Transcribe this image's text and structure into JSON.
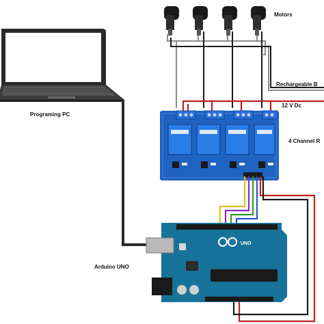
{
  "labels": {
    "motors": "Motors",
    "battery": "Rechargeable B",
    "supply": "12 V Dc",
    "relay_module": "4 Channel R",
    "pc": "Programing PC",
    "arduino": "Arduino UNO"
  },
  "arduino_silkscreen": {
    "logo_text": "UNO"
  },
  "colors": {
    "wire_red": "#c0201c",
    "wire_black": "#1a1a1a",
    "wire_gray": "#8c8c8c",
    "wire_yellow": "#d9c21a",
    "wire_purple": "#8a2cc4",
    "wire_green": "#2d9a2a",
    "wire_blue": "#2b54c9",
    "relay_board": "#1f63c2",
    "arduino_board": "#17729a",
    "laptop_frame": "#2a2a2a"
  },
  "icons": [
    "motor-icon",
    "laptop-icon",
    "relay-board-icon",
    "arduino-board-icon",
    "usb-connector-icon"
  ]
}
